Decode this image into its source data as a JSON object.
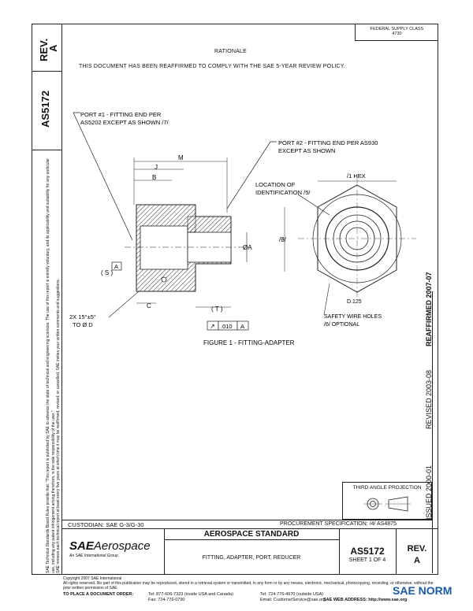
{
  "top_right_box": {
    "line1": "FEDERAL SUPPLY CLASS",
    "line2": "4730"
  },
  "left_column": {
    "rev_label": "REV.",
    "rev_value": "A",
    "doc_number": "AS5172"
  },
  "side_notice": "SAE Technical Standards Board Rules provide that: \"This report is published by SAE to advance the state of technical and engineering sciences. The use of this report is entirely voluntary, and its applicability and suitability for any particular use, including any patent infringement arising therefrom, is the sole responsibility of the user.\"",
  "side_notice2": "SAE reviews each technical report at least every five years at which time it may be reaffirmed, revised, or cancelled. SAE invites your written comments and suggestions.",
  "rationale": {
    "heading": "RATIONALE",
    "text": "THIS DOCUMENT HAS BEEN REAFFIRMED TO COMPLY WITH THE SAE 5-YEAR REVIEW POLICY."
  },
  "drawing": {
    "port1_line1": "PORT #1 - FITTING END PER",
    "port1_line2": "AS5202 EXCEPT AS SHOWN /7/",
    "port2_line1": "PORT #2 - FITTING END PER AS930",
    "port2_line2": "EXCEPT AS SHOWN",
    "location_line1": "LOCATION OF",
    "location_line2": "IDENTIFICATION /5/",
    "hex_label": "/1 HEX",
    "m_label": "M",
    "j_label": "J",
    "b_label": "B",
    "diam_a": "ØA",
    "s_label": "( S )",
    "a_box": "A",
    "c_label": "C",
    "angle_line1": "2X 15°±5°",
    "angle_line2": "TO  Ø D",
    "t_label": "( T )",
    "fcf_symbol": "↗",
    "fcf_tol": ".010",
    "fcf_datum": "A",
    "side_dim": "/8/",
    "d125": "D.125",
    "safety_line1": "SAFETY WIRE HOLES",
    "safety_line2": "/6/ OPTIONAL",
    "figure_caption": "FIGURE 1 - FITTING-ADAPTER"
  },
  "right_column": {
    "reaffirmed": "REAFFIRMED 2007-07",
    "revised": "REVISED 2003-08",
    "issued": "ISSUED 2000-01"
  },
  "projection_box": {
    "title": "THIRD ANGLE PROJECTION"
  },
  "custodian": "CUSTODIAN:  SAE G-3/G-30",
  "procurement": "PROCUREMENT SPECIFICATION:  /4/ AS4875",
  "title_block": {
    "logo_sae": "SAE",
    "logo_aero": "Aerospace",
    "logo_sub": "An SAE International Group",
    "standard": "AEROSPACE STANDARD",
    "title": "FITTING, ADAPTER, PORT, REDUCER",
    "number": "AS5172",
    "sheet": "SHEET 1 OF 4",
    "rev_label": "REV.",
    "rev_value": "A"
  },
  "footer": {
    "copyright": "Copyright 2007 SAE International",
    "rights": "All rights reserved. No part of this publication may be reproduced, stored in a retrieval system or transmitted, in any form or by any means, electronic, mechanical, photocopying, recording, or otherwise, without the prior written permission of SAE.",
    "order_label": "TO PLACE A DOCUMENT ORDER:",
    "tel1": "Tel: 877-606-7323 (inside USA and Canada)",
    "fax": "Fax: 724-776-0790",
    "tel2": "Tel: 724-776-4970 (outside USA)",
    "email": "Email: CustomerService@sae.org",
    "web": "SAE WEB ADDRESS: http://www.sae.org"
  },
  "watermark": "SAE NORM"
}
